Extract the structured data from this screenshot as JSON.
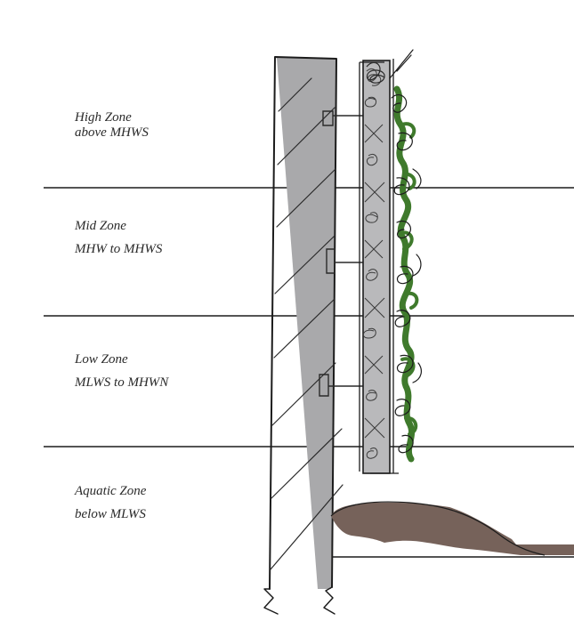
{
  "zones": [
    {
      "id": "high",
      "name": "High Zone",
      "range": "above MHWS"
    },
    {
      "id": "mid",
      "name": "Mid Zone",
      "range": "MHW to MHWS"
    },
    {
      "id": "low",
      "name": "Low Zone",
      "range": "MLWS to MHWN"
    },
    {
      "id": "aquatic",
      "name": "Aquatic Zone",
      "range": "below MLWS"
    }
  ],
  "colors": {
    "wall_shadow": "#a9a9ab",
    "panel_fill": "#b9b9bb",
    "vegetation": "#3f7a2c",
    "sediment": "#76625a",
    "line": "#1c1c1c"
  }
}
